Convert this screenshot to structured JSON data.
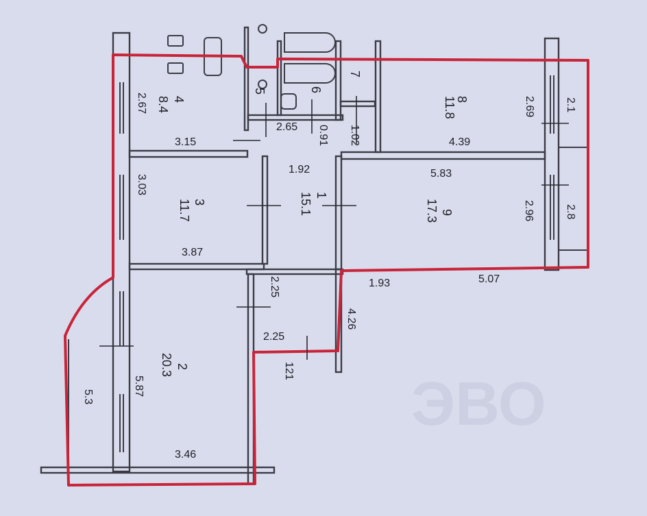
{
  "plan": {
    "watermark": "ЭВО",
    "rooms": [
      {
        "id": "1",
        "area": "15.1"
      },
      {
        "id": "2",
        "area": "20.3"
      },
      {
        "id": "3",
        "area": "11.7"
      },
      {
        "id": "4",
        "area": "8.4"
      },
      {
        "id": "5",
        "area": ""
      },
      {
        "id": "6",
        "area": ""
      },
      {
        "id": "7",
        "area": ""
      },
      {
        "id": "8",
        "area": "11.8"
      },
      {
        "id": "9",
        "area": "17.3"
      }
    ],
    "dimensions": {
      "kitchen_h": "2.67",
      "kitchen_w": "3.15",
      "bath_w": "2.65",
      "corr_a": "0.91",
      "corr_b": "1.02",
      "r8_h": "2.69",
      "r8_w": "4.39",
      "balc_top": "2.1",
      "hall_w": "1.92",
      "r9_w": "5.83",
      "r9_h": "2.96",
      "balc_right": "2.8",
      "r3_h": "3.03",
      "r3_w": "3.87",
      "bot_a": "1.93",
      "bot_b": "5.07",
      "closet_h": "2.25",
      "closet_w": "2.25",
      "step_h": "4.26",
      "step_small": "121",
      "r2_h": "5.87",
      "r2_w": "3.46",
      "loggia": "5.3"
    }
  }
}
